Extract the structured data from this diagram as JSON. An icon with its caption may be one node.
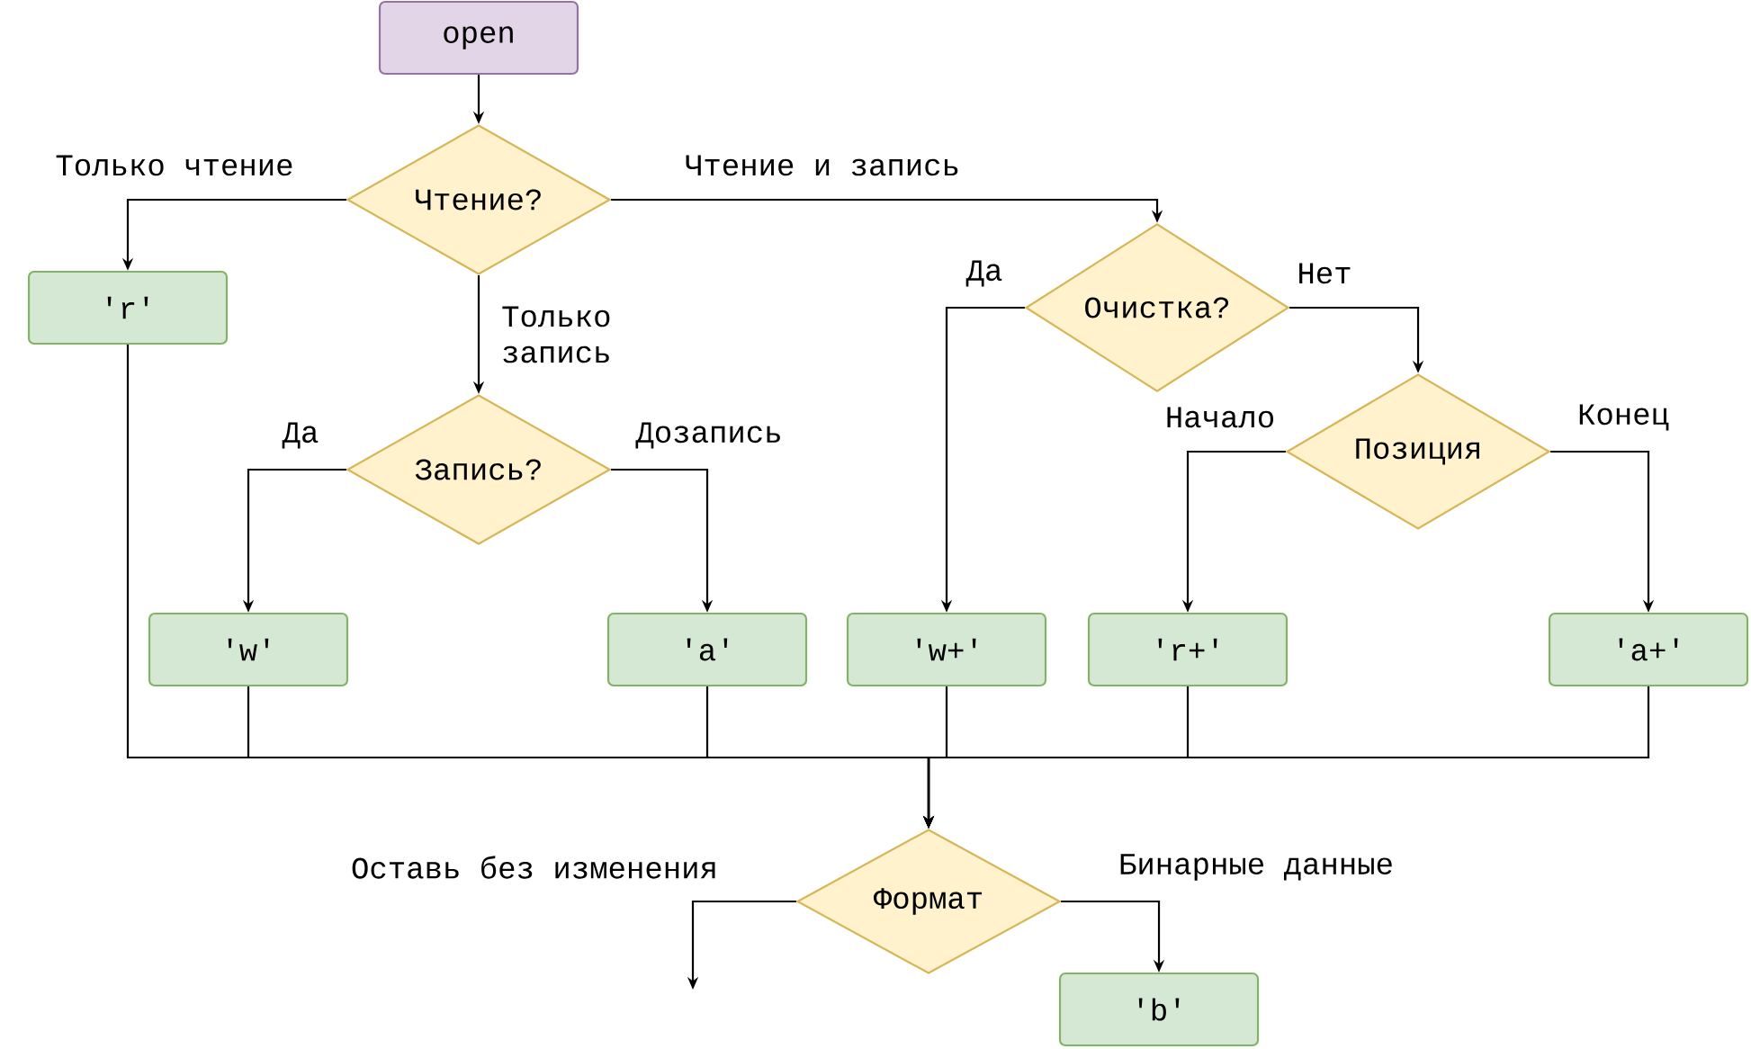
{
  "diagram": {
    "nodes": [
      {
        "text": [
          "open"
        ]
      },
      {
        "text": [
          "Чтение?"
        ]
      },
      {
        "text": [
          "'r'"
        ]
      },
      {
        "text": [
          "Запись?"
        ]
      },
      {
        "text": [
          "Очистка?"
        ]
      },
      {
        "text": [
          "Позиция"
        ]
      },
      {
        "text": [
          "'w'"
        ]
      },
      {
        "text": [
          "'a'"
        ]
      },
      {
        "text": [
          "'w+'"
        ]
      },
      {
        "text": [
          "'r+'"
        ]
      },
      {
        "text": [
          "'a+'"
        ]
      },
      {
        "text": [
          "Формат"
        ]
      },
      {
        "text": [
          "'b'"
        ]
      }
    ],
    "edges": [
      {
        "from": 0,
        "to": 1,
        "arrow": "to"
      },
      {
        "from": 1,
        "to": 2,
        "arrow": "to",
        "label": "Только чтение"
      },
      {
        "from": 1,
        "to": 3,
        "arrow": "to",
        "label": "Только запись"
      },
      {
        "from": 1,
        "to": 4,
        "arrow": "to",
        "label": "Чтение и запись"
      },
      {
        "from": 3,
        "to": 6,
        "arrow": "to",
        "label": "Да"
      },
      {
        "from": 3,
        "to": 7,
        "arrow": "to",
        "label": "Дозапись"
      },
      {
        "from": 4,
        "to": 8,
        "arrow": "to",
        "label": "Да"
      },
      {
        "from": 4,
        "to": 5,
        "arrow": "to",
        "label": "Нет"
      },
      {
        "from": 5,
        "to": 9,
        "arrow": "to",
        "label": "Начало"
      },
      {
        "from": 5,
        "to": 10,
        "arrow": "to",
        "label": "Конец"
      },
      {
        "from": 2,
        "to": 11,
        "arrow": "to"
      },
      {
        "from": 6,
        "to": 11,
        "arrow": "to"
      },
      {
        "from": 7,
        "to": 11,
        "arrow": "to"
      },
      {
        "from": 8,
        "to": 11,
        "arrow": "to"
      },
      {
        "from": 9,
        "to": 11,
        "arrow": "to"
      },
      {
        "from": 10,
        "to": 11,
        "arrow": "to"
      },
      {
        "from": 11,
        "to": null,
        "arrow": "to",
        "label": "Оставь без изменения"
      },
      {
        "from": 11,
        "to": 12,
        "arrow": "to",
        "label": "Бинарные данные"
      }
    ]
  }
}
